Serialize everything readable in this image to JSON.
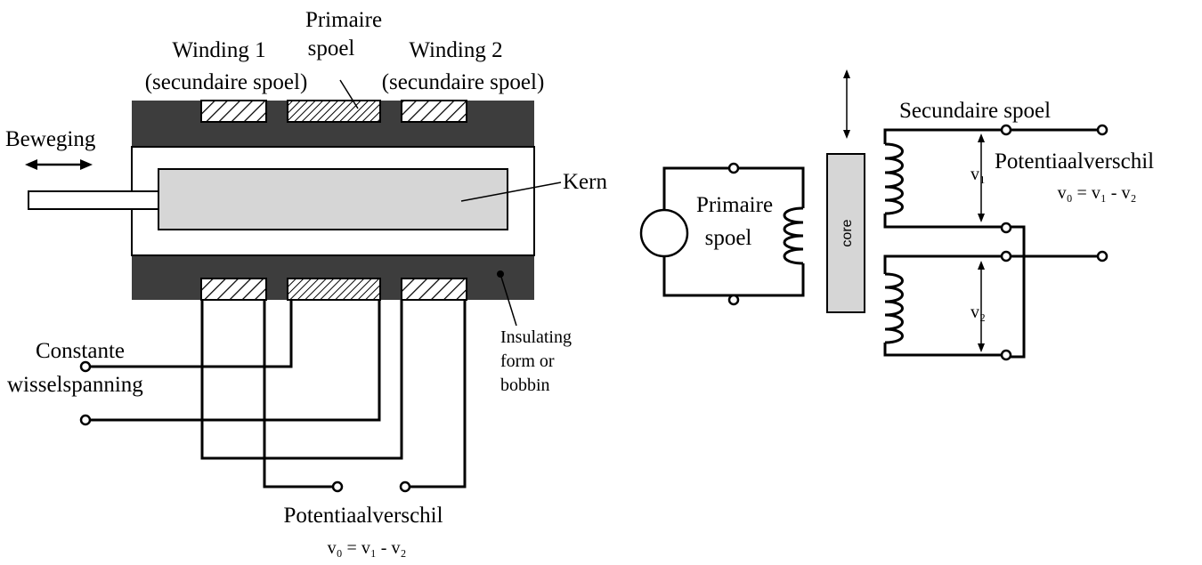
{
  "left_diagram": {
    "winding1_label": "Winding 1",
    "winding1_sub": "(secundaire spoel)",
    "primary_line1": "Primaire",
    "primary_line2": "spoel",
    "winding2_label": "Winding 2",
    "winding2_sub": "(secundaire spoel)",
    "motion_label": "Beweging",
    "core_label": "Kern",
    "source_line1": "Constante",
    "source_line2": "wisselspanning",
    "bobbin_line1": "Insulating",
    "bobbin_line2": "form or",
    "bobbin_line3": "bobbin",
    "output_label": "Potentiaalverschil",
    "output_formula": "v₀ = v₁ - v₂"
  },
  "right_diagram": {
    "secondary_label": "Secundaire spoel",
    "primary_line1": "Primaire",
    "primary_line2": "spoel",
    "core_label": "core",
    "output_label": "Potentiaalverschil",
    "output_formula": "v₀ = v₁ - v₂",
    "v1_label": "v₁",
    "v2_label": "v₂"
  },
  "colors": {
    "housing": "#3d3d3d",
    "core_fill": "#d6d6d6",
    "stroke": "#000000",
    "background": "#ffffff"
  }
}
